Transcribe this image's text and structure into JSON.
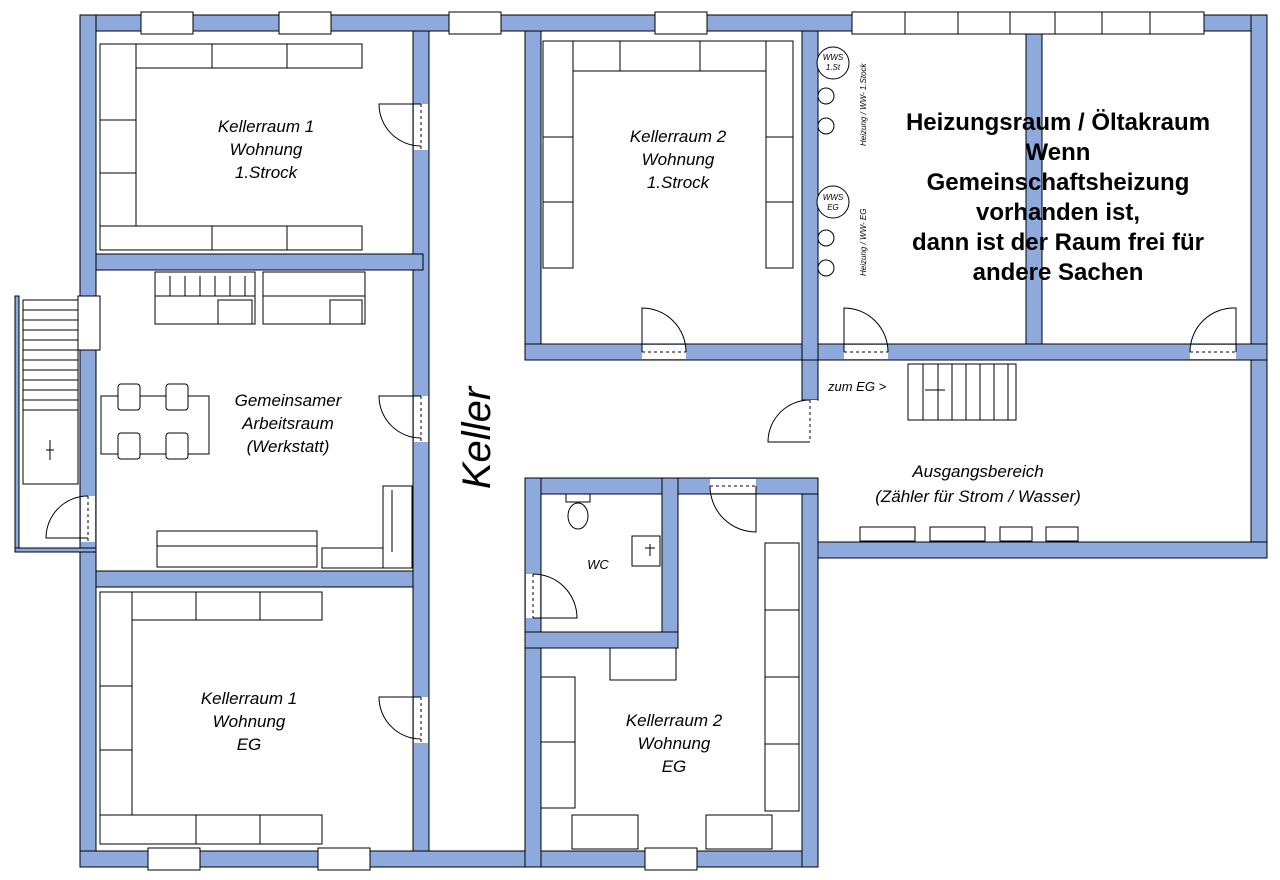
{
  "rooms": {
    "k1_1st": [
      "Kellerraum 1",
      "Wohnung",
      "1.Strock"
    ],
    "k2_1st": [
      "Kellerraum 2",
      "Wohnung",
      "1.Strock"
    ],
    "heating": [
      "Heizungsraum / Öltakraum",
      "Wenn",
      "Gemeinschaftsheizung",
      "vorhanden ist,",
      "dann ist der Raum frei für",
      "andere Sachen"
    ],
    "workshop": [
      "Gemeinsamer",
      "Arbeitsraum",
      "(Werkstatt)"
    ],
    "keller": "Keller",
    "exit_area": [
      "Ausgangsbereich",
      "(Zähler für Strom / Wasser)"
    ],
    "to_eg": "zum EG >",
    "wc": "WC",
    "k1_eg": [
      "Kellerraum 1",
      "Wohnung",
      "EG"
    ],
    "k2_eg": [
      "Kellerraum 2",
      "Wohnung",
      "EG"
    ]
  },
  "equipment": {
    "wws_1st": [
      "WWS",
      "1.St"
    ],
    "wws_eg": [
      "WWS",
      "EG"
    ],
    "pipe_1st": "Heizung / WW- 1.Stock",
    "pipe_eg": "Heizung / WW- EG"
  },
  "colors": {
    "wall": "#8ea9db",
    "line": "#000000",
    "background": "#ffffff"
  }
}
